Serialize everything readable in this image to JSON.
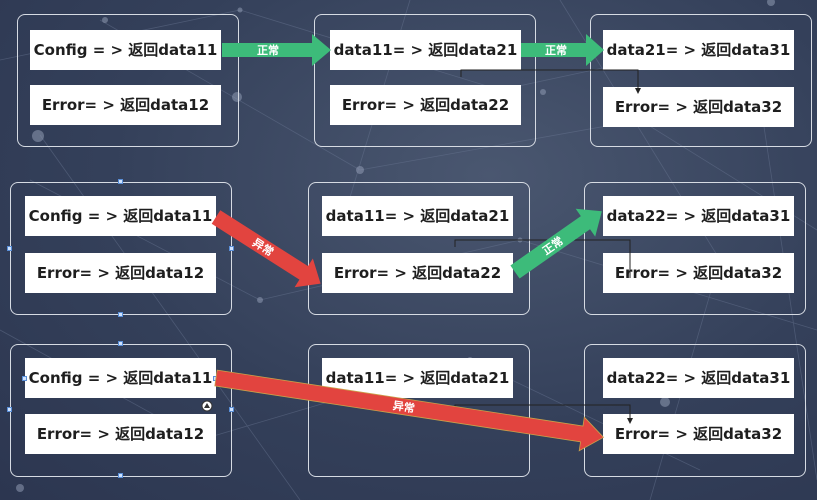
{
  "rows": [
    {
      "boxes": {
        "a1": "Config = > 返回data11",
        "a2": "Error= > 返回data12",
        "b1": "data11= > 返回data21",
        "b2": "Error= > 返回data22",
        "c1": "data21= > 返回data31",
        "c2": "Error= > 返回data32"
      },
      "arrows": [
        "正常",
        "正常"
      ]
    },
    {
      "boxes": {
        "a1": "Config = > 返回data11",
        "a2": "Error= > 返回data12",
        "b1": "data11= > 返回data21",
        "b2": "Error= > 返回data22",
        "c1": "data22= > 返回data31",
        "c2": "Error= > 返回data32"
      },
      "arrows": [
        "异常",
        "正常"
      ]
    },
    {
      "boxes": {
        "a1": "Config = > 返回data11",
        "a2": "Error= > 返回data12",
        "b1": "data11= > 返回data21",
        "c1": "data22= > 返回data31",
        "c2": "Error= > 返回data32"
      },
      "arrows": [
        "异常"
      ]
    }
  ],
  "colors": {
    "normal_arrow": "#3dbb7a",
    "error_arrow": "#e2443f",
    "panel_border": "#d6dbe3",
    "background": "#34405a"
  }
}
